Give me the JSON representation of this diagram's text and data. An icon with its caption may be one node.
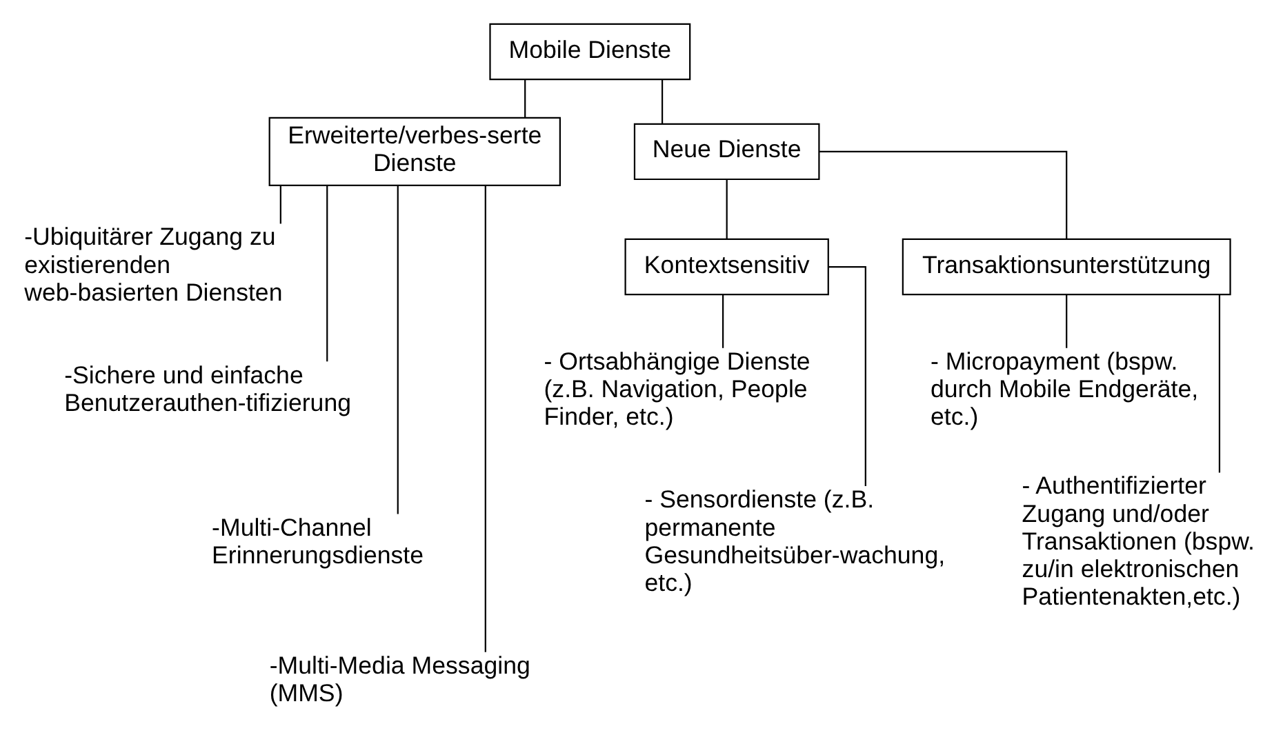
{
  "diagram": {
    "nodes": [
      {
        "text": [
          "Mobile Dienste"
        ]
      },
      {
        "text": [
          "Erweiterte/verbes-serte Dienste"
        ]
      },
      {
        "text": [
          "Neue Dienste"
        ]
      },
      {
        "text": [
          "Kontextsensitiv"
        ]
      },
      {
        "text": [
          "Transaktionsunterstützung"
        ]
      },
      {
        "text": [
          "-Ubiquitärer Zugang zu existierenden web-basierten Diensten"
        ]
      },
      {
        "text": [
          "-Sichere und einfache Benutzerauthen-tifizierung"
        ]
      },
      {
        "text": [
          "-Multi-Channel Erinnerungsdienste"
        ]
      },
      {
        "text": [
          "-Multi-Media Messaging (MMS)"
        ]
      },
      {
        "text": [
          "- Ortsabhängige Dienste (z.B. Navigation, People Finder, etc.)"
        ]
      },
      {
        "text": [
          "- Sensordienste (z.B. permanente Gesundheitsüber-wachung, etc.)"
        ]
      },
      {
        "text": [
          "- Micropayment (bspw. durch Mobile Endgeräte, etc.)"
        ]
      },
      {
        "text": [
          "- Authentifizierter Zugang und/oder Transaktionen (bspw. zu/in elektronischen Patientenakten,etc.)"
        ]
      }
    ],
    "edges": [
      {
        "from": 0,
        "to": 1,
        "arrow": "none"
      },
      {
        "from": 0,
        "to": 2,
        "arrow": "none"
      },
      {
        "from": 2,
        "to": 3,
        "arrow": "none"
      },
      {
        "from": 2,
        "to": 4,
        "arrow": "none"
      },
      {
        "from": 1,
        "to": 5,
        "arrow": "none"
      },
      {
        "from": 1,
        "to": 6,
        "arrow": "none"
      },
      {
        "from": 1,
        "to": 7,
        "arrow": "none"
      },
      {
        "from": 1,
        "to": 8,
        "arrow": "none"
      },
      {
        "from": 3,
        "to": 9,
        "arrow": "none"
      },
      {
        "from": 3,
        "to": 10,
        "arrow": "none"
      },
      {
        "from": 4,
        "to": 11,
        "arrow": "none"
      },
      {
        "from": 4,
        "to": 12,
        "arrow": "none"
      }
    ]
  }
}
